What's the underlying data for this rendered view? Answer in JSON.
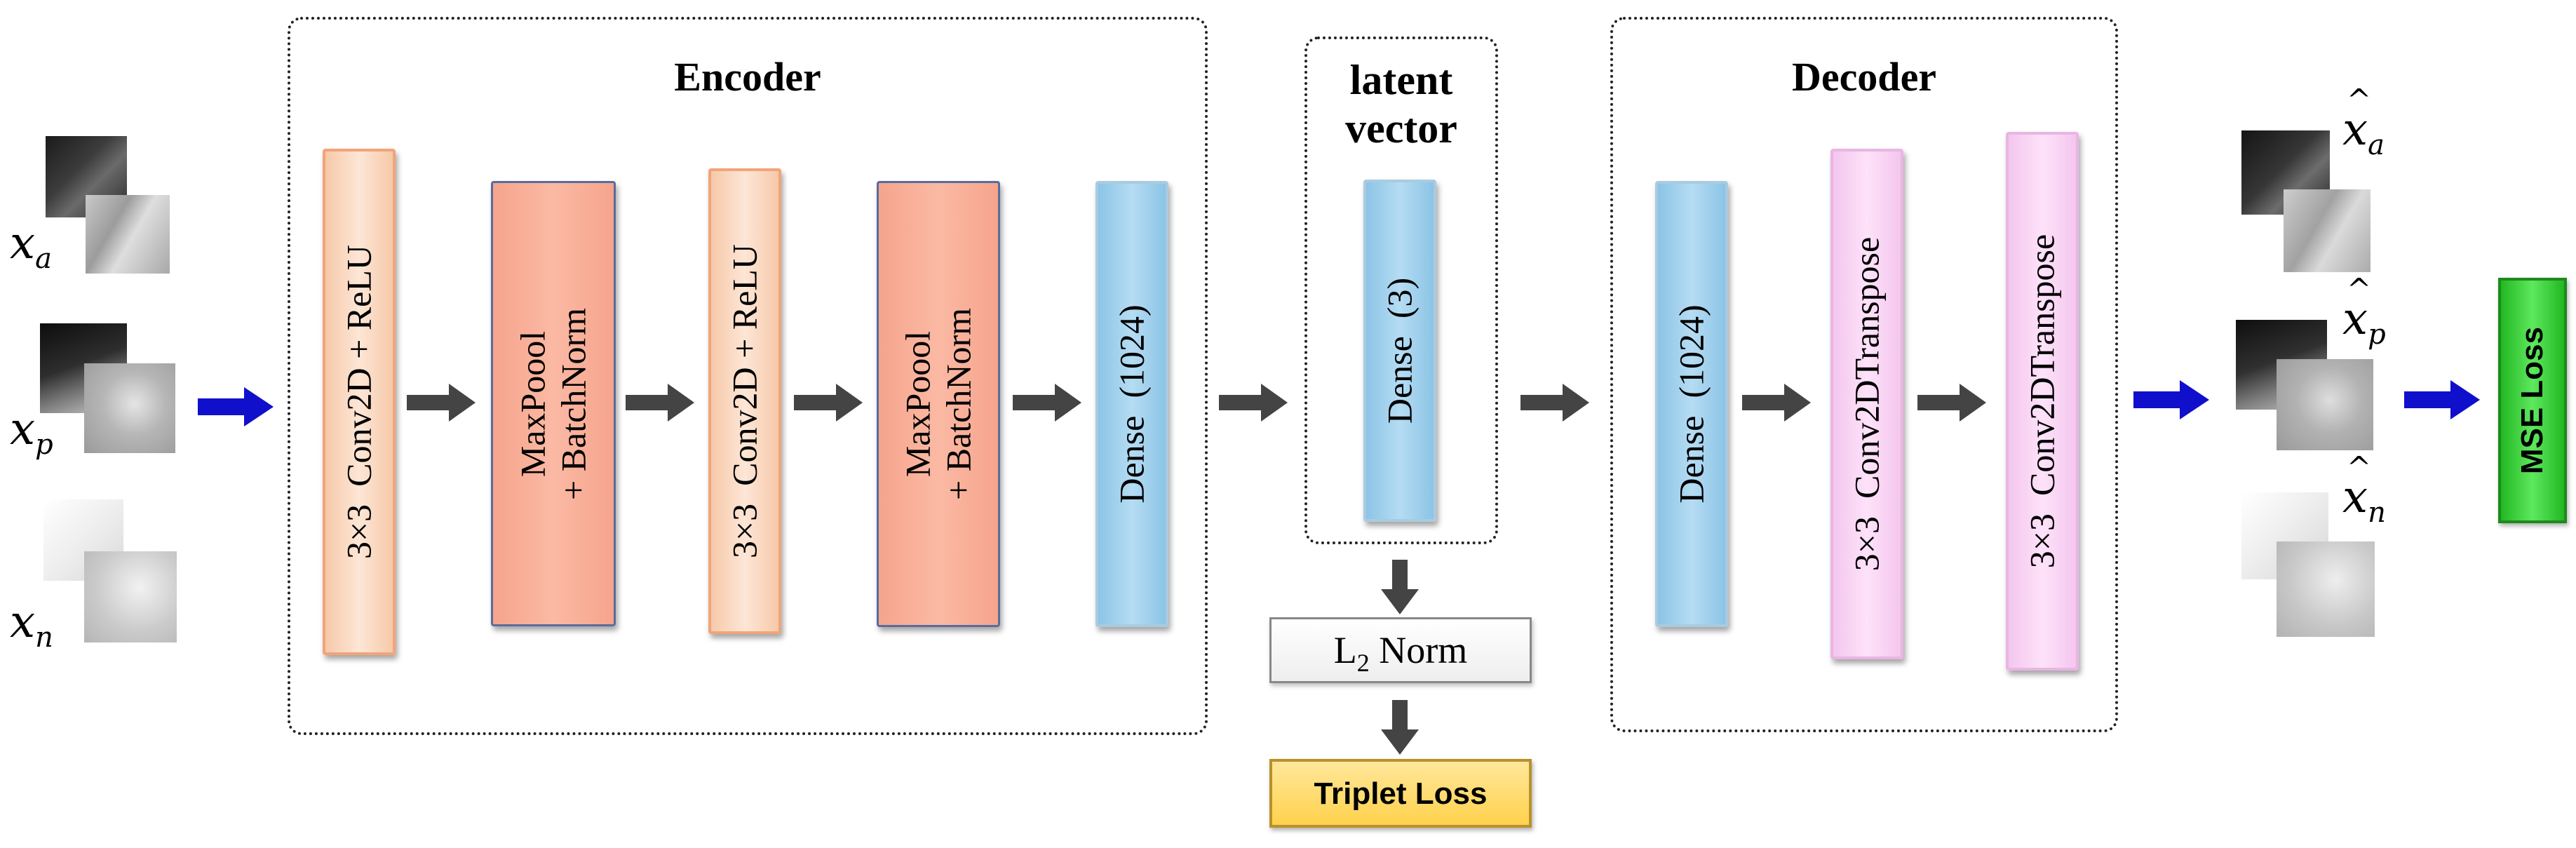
{
  "inputs": [
    {
      "base": "x",
      "sub": "a"
    },
    {
      "base": "x",
      "sub": "p"
    },
    {
      "base": "x",
      "sub": "n"
    }
  ],
  "outputs": [
    {
      "base": "x",
      "sub": "a",
      "hat": "^"
    },
    {
      "base": "x",
      "sub": "p",
      "hat": "^"
    },
    {
      "base": "x",
      "sub": "n",
      "hat": "^"
    }
  ],
  "encoder": {
    "title": "Encoder",
    "layers": [
      {
        "label": "3×3  Conv2D + ReLU",
        "kind": "conv"
      },
      {
        "label": "MaxPoool\n+ BatchNorm",
        "kind": "pool"
      },
      {
        "label": "3×3  Conv2D + ReLU",
        "kind": "conv"
      },
      {
        "label": "MaxPoool\n+ BatchNorm",
        "kind": "pool"
      },
      {
        "label": "Dense  (1024)",
        "kind": "dense"
      }
    ]
  },
  "latent": {
    "title_line1": "latent",
    "title_line2": "vector",
    "layer": {
      "label": "Dense  (3)",
      "kind": "dense"
    }
  },
  "decoder": {
    "title": "Decoder",
    "layers": [
      {
        "label": "Dense  (1024)",
        "kind": "dense"
      },
      {
        "label": "3×3  Conv2DTranspose",
        "kind": "deconv"
      },
      {
        "label": "3×3  Conv2DTranspose",
        "kind": "deconv"
      }
    ]
  },
  "norm": {
    "prefix": "L",
    "sub": "2",
    "suffix": " Norm"
  },
  "triplet_loss": {
    "label": "Triplet Loss",
    "color": "#ffd766"
  },
  "mse_loss": {
    "label": "MSE Loss",
    "color": "#33cc33"
  },
  "colors": {
    "arrow_gray": "#444444",
    "arrow_blue": "#1010cc"
  }
}
